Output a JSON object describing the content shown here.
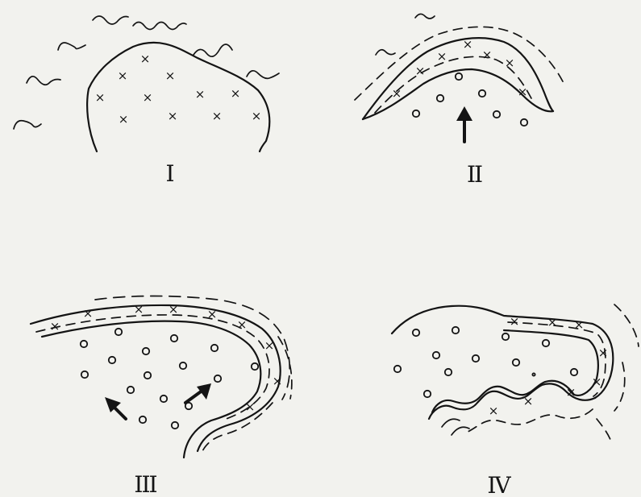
{
  "panels": [
    {
      "id": "I",
      "label": "I"
    },
    {
      "id": "II",
      "label": "II"
    },
    {
      "id": "III",
      "label": "III"
    },
    {
      "id": "IV",
      "label": "IV"
    }
  ],
  "symbols": {
    "cross": "×",
    "circle": "○"
  },
  "colors": {
    "background": "#f2f2ee",
    "ink": "#141414"
  }
}
